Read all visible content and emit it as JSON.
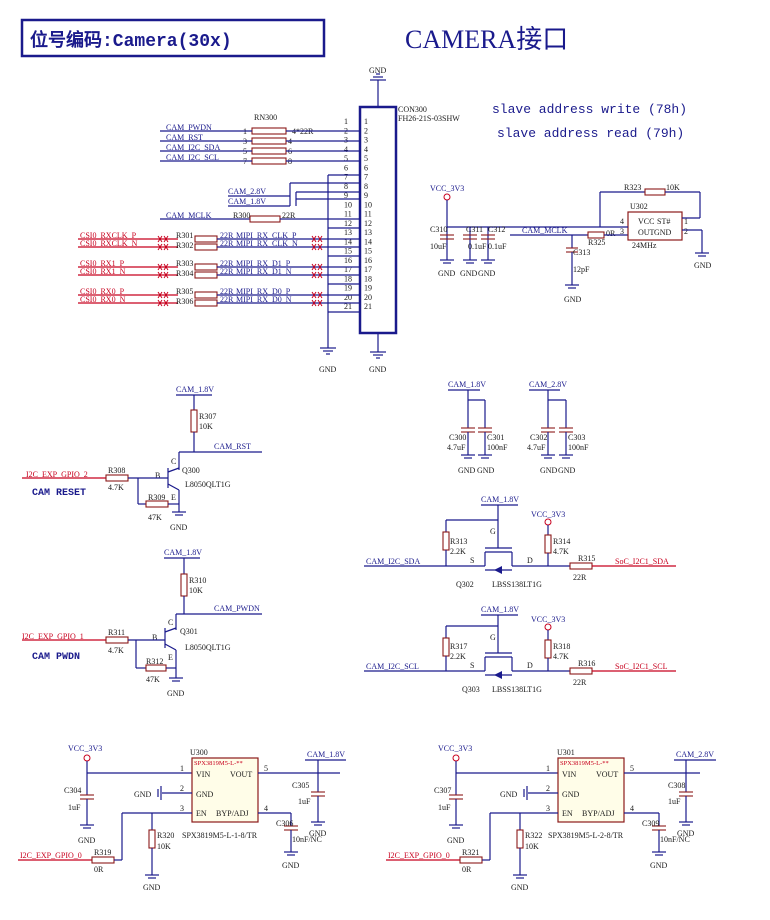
{
  "header": {
    "code_label": "位号编码:Camera(30x)",
    "title": "CAMERA接口"
  },
  "notes": {
    "write": "slave address write (78h)",
    "read": "slave address read (79h)"
  },
  "connector": {
    "ref": "CON300",
    "part": "FH26-21S-03SHW",
    "pins": [
      "1",
      "2",
      "3",
      "4",
      "5",
      "6",
      "7",
      "8",
      "9",
      "10",
      "11",
      "12",
      "13",
      "14",
      "15",
      "16",
      "17",
      "18",
      "19",
      "20",
      "21"
    ]
  },
  "rn300": {
    "ref": "RN300",
    "value": "4*22R",
    "left_pins": [
      "1",
      "3",
      "5",
      "7"
    ],
    "right_pins": [
      "2",
      "4",
      "6",
      "8"
    ]
  },
  "nets": {
    "cam_pwdn": "CAM_PWDN",
    "cam_rst": "CAM_RST",
    "cam_i2c_sda": "CAM_I2C_SDA",
    "cam_i2c_scl": "CAM_I2C_SCL",
    "cam_2v8": "CAM_2.8V",
    "cam_1v8": "CAM_1.8V",
    "cam_mclk": "CAM_MCLK",
    "csi_rxclk_p": "CSI0_RXCLK_P",
    "csi_rxclk_n": "CSI0_RXCLK_N",
    "csi_rx1_p": "CSI0_RX1_P",
    "csi_rx1_n": "CSI0_RX1_N",
    "csi_rx0_p": "CSI0_RX0_P",
    "csi_rx0_n": "CSI0_RX0_N",
    "mipi_clk_p": "MIPI_RX_CLK_P",
    "mipi_clk_n": "MIPI_RX_CLK_N",
    "mipi_d1_p": "MIPI_RX_D1_P",
    "mipi_d1_n": "MIPI_RX_D1_N",
    "mipi_d0_p": "MIPI_RX_D0_P",
    "mipi_d0_n": "MIPI_RX_D0_N",
    "vcc_3v3": "VCC_3V3",
    "gnd": "GND",
    "i2c_exp_gpio2": "I2C_EXP_GPIO_2",
    "i2c_exp_gpio1": "I2C_EXP_GPIO_1",
    "i2c_exp_gpio0": "I2C_EXP_GPIO_0",
    "soc_i2c1_sda": "SoC_I2C1_SDA",
    "soc_i2c1_scl": "SoC_I2C1_SCL"
  },
  "parts": {
    "r300": "R300",
    "r301": "R301",
    "r302": "R302",
    "r303": "R303",
    "r304": "R304",
    "r305": "R305",
    "r306": "R306",
    "v22r": "22R",
    "osc": {
      "ref": "U302",
      "vcc": "VCC",
      "st": "ST#",
      "out": "OUT",
      "gnd": "GND",
      "freq": "24MHz",
      "p4": "4",
      "p3": "3",
      "p1": "1",
      "p2": "2"
    },
    "r323": "R323",
    "v10k": "10K",
    "r325": "R325",
    "v0r": "0R",
    "c310": "C310",
    "c311": "C311",
    "c312": "C312",
    "c313": "C313",
    "v10uf": "10uF",
    "v01uf": "0.1uF",
    "v12pf": "12pF",
    "c300": "C300",
    "c301": "C301",
    "c302": "C302",
    "c303": "C303",
    "v47uf": "4.7uF",
    "v100nf": "100nF",
    "r307": "R307",
    "r308": "R308",
    "r309": "R309",
    "v47k": "4.7K",
    "v47k2": "47K",
    "q300": "Q300",
    "q301": "Q301",
    "l8050": "L8050QLT1G",
    "r310": "R310",
    "r311": "R311",
    "r312": "R312",
    "cam_reset": "CAM RESET",
    "cam_pwdn_lbl": "CAM PWDN",
    "b": "B",
    "c": "C",
    "e": "E",
    "g": "G",
    "s": "S",
    "d": "D",
    "r313": "R313",
    "r314": "R314",
    "r315": "R315",
    "v22k": "2.2K",
    "r317": "R317",
    "r318": "R318",
    "r316": "R316",
    "q302": "Q302",
    "q303": "Q303",
    "lbss": "LBSS138LT1G",
    "u300": "U300",
    "u301": "U301",
    "spx_hdr": "SPX3819M5-L-**",
    "vin": "VIN",
    "vout": "VOUT",
    "en": "EN",
    "byp": "BYP/ADJ",
    "gndp": "GND",
    "spx18": "SPX3819M5-L-1-8/TR",
    "spx28": "SPX3819M5-L-2-8/TR",
    "c304": "C304",
    "c305": "C305",
    "c306": "C306",
    "c307": "C307",
    "c308": "C308",
    "c309": "C309",
    "v1uf": "1uF",
    "v10nfnc": "10nF/NC",
    "r319": "R319",
    "r320": "R320",
    "r321": "R321",
    "r322": "R322",
    "n1": "1",
    "n2": "2",
    "n3": "3",
    "n4": "4",
    "n5": "5"
  },
  "colors": {
    "wire": "#1a1a8c",
    "csi_net": "#c8001e",
    "part": "#8b1a1a",
    "title": "#1a1a8c"
  }
}
